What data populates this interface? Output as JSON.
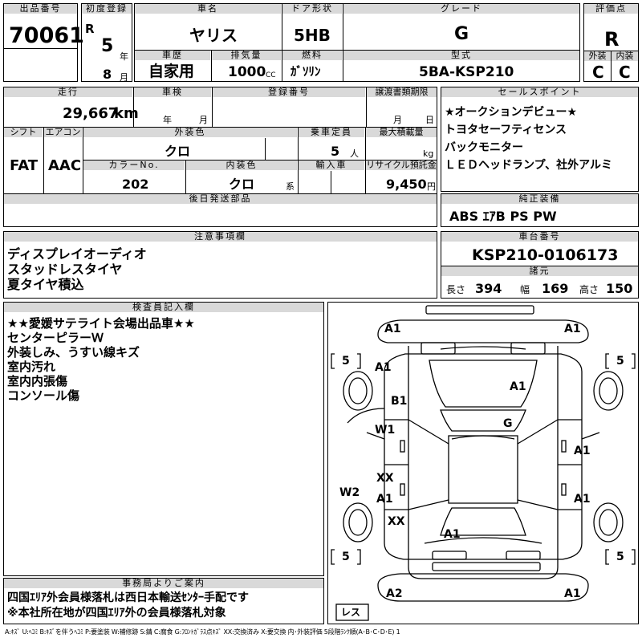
{
  "header": {
    "lot_no_label": "出品番号",
    "lot_no": "70061",
    "first_reg_label": "初度登録",
    "era": "R",
    "year": "5",
    "year_unit": "年",
    "month": "8",
    "month_unit": "月",
    "car_name_label": "車名",
    "car_name": "ヤリス",
    "door_label": "ドア形状",
    "door": "5HB",
    "grade_label": "グレード",
    "grade": "G",
    "eval_label": "評価点",
    "eval": "R",
    "exterior_label": "外装",
    "exterior": "C",
    "interior_label": "内装",
    "interior": "C",
    "history_label": "車歴",
    "history": "自家用",
    "displacement_label": "排気量",
    "displacement": "1000",
    "displacement_unit": "CC",
    "fuel_label": "燃料",
    "fuel": "ｶﾞｿﾘﾝ",
    "model_label": "型式",
    "model": "5BA-KSP210"
  },
  "row2": {
    "mileage_label": "走行",
    "mileage": "29,667",
    "mileage_unit": "km",
    "inspection_label": "車検",
    "inspection_year_unit": "年",
    "inspection_month_unit": "月",
    "reg_no_label": "登録番号",
    "transfer_label": "譲渡書類期限",
    "transfer_month_unit": "月",
    "transfer_day_unit": "日",
    "shift_label": "シフト",
    "shift": "FAT",
    "aircon_label": "エアコン",
    "aircon": "AAC",
    "ext_color_label": "外装色",
    "ext_color": "クロ",
    "capacity_label": "乗車定員",
    "capacity": "5",
    "capacity_unit": "人",
    "max_load_label": "最大積載量",
    "max_load_unit": "kg",
    "color_no_label": "カラーNo.",
    "color_no": "202",
    "int_color_label": "内装色",
    "int_color": "クロ",
    "int_color_unit": "系",
    "import_label": "輸入車",
    "recycle_label": "リサイクル預託金",
    "recycle": "9,450",
    "recycle_unit": "円",
    "later_parts_label": "後日発送部品"
  },
  "sales_points": {
    "label": "セールスポイント",
    "lines": [
      "★オークションデビュー★",
      "トヨタセーフティセンス",
      "バックモニター",
      "ＬＥＤヘッドランプ、社外アルミ"
    ]
  },
  "equipment": {
    "label": "純正装備",
    "value": "ABS ｴｱB PS PW"
  },
  "notes": {
    "label": "注意事項欄",
    "lines": [
      "ディスプレイオーディオ",
      "スタッドレスタイヤ",
      "夏タイヤ積込"
    ]
  },
  "chassis": {
    "label": "車台番号",
    "value": "KSP210-0106173"
  },
  "specs": {
    "label": "諸元",
    "length_label": "長さ",
    "length": "394",
    "width_label": "幅",
    "width": "169",
    "height_label": "高さ",
    "height": "150"
  },
  "inspector": {
    "label": "検査員記入欄",
    "lines": [
      "★★愛媛サテライト会場出品車★★",
      "センターピラーＷ",
      "外装しみ、うすい線キズ",
      "室内汚れ",
      "室内内張傷",
      "コンソール傷"
    ]
  },
  "office": {
    "label": "事務局よりご案内",
    "lines": [
      "四国ｴﾘｱ外会員様落札は西日本輸送ｾﾝﾀｰ手配です",
      "※本社所在地が四国ｴﾘｱ外の会員様落札対象"
    ]
  },
  "diagram": {
    "marks": {
      "front_left": "A1",
      "front_right": "A1",
      "fender_left": "A1",
      "fender_b": "B1",
      "hood": "A1",
      "glass": "G",
      "door_left_front": "W1",
      "door_right_front": "A1",
      "door_left_rear_1": "XX",
      "door_left_rear_2": "A1",
      "pillar": "W2",
      "door_right_rear": "A1",
      "quarter_left": "XX",
      "roof_rear": "A1",
      "rear_left": "A2",
      "rear_right": "A1"
    },
    "tire_fl": "5",
    "tire_fr": "5",
    "tire_rl": "5",
    "tire_rr": "5",
    "spare": "レス"
  },
  "legend": "A:ｷｽﾞ U:ﾍｺﾐ B:ｷｽﾞを伴うﾍｺﾐ P:要塗装 W:補修跡 S:錆 C:腐食 G:ﾌﾛﾝﾄｶﾞﾗｽ点ｷｽﾞ XX:交換済み X:要交換 内･外装評価 5段階ﾗﾝｸ順(A･B･C･D･E) 1"
}
